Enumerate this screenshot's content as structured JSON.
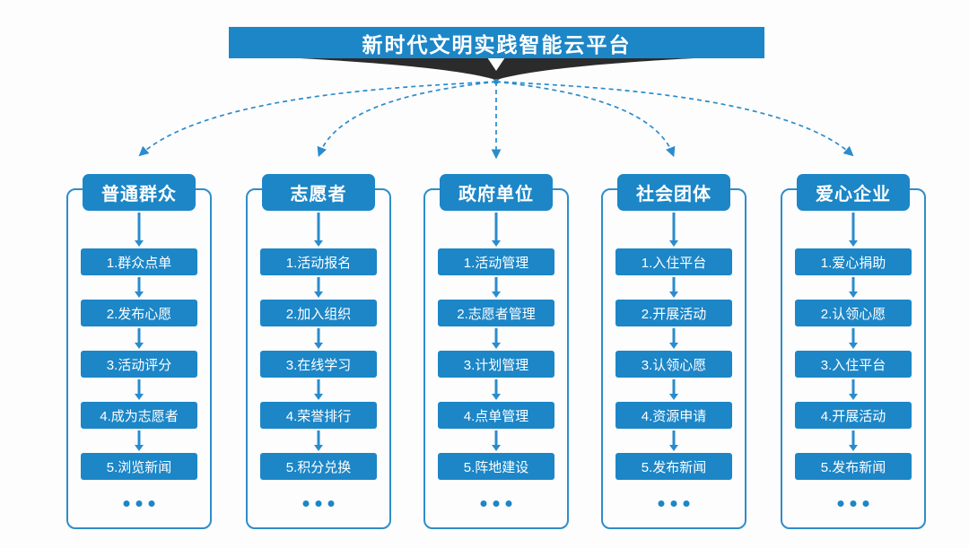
{
  "banner": {
    "title": "新时代文明实践智能云平台"
  },
  "columns": [
    {
      "title": "普通群众",
      "steps": [
        "1.群众点单",
        "2.发布心愿",
        "3.活动评分",
        "4.成为志愿者",
        "5.浏览新闻"
      ]
    },
    {
      "title": "志愿者",
      "steps": [
        "1.活动报名",
        "2.加入组织",
        "3.在线学习",
        "4.荣誉排行",
        "5.积分兑换"
      ]
    },
    {
      "title": "政府单位",
      "steps": [
        "1.活动管理",
        "2.志愿者管理",
        "3.计划管理",
        "4.点单管理",
        "5.阵地建设"
      ]
    },
    {
      "title": "社会团体",
      "steps": [
        "1.入住平台",
        "2.开展活动",
        "3.认领心愿",
        "4.资源申请",
        "5.发布新闻"
      ]
    },
    {
      "title": "爱心企业",
      "steps": [
        "1.爱心捐助",
        "2.认领心愿",
        "3.入住平台",
        "4.开展活动",
        "5.发布新闻"
      ]
    }
  ],
  "colors": {
    "primary": "#1c86c7",
    "arrow": "#2a8ccd",
    "funnel": "#2b2b2b",
    "container_border": "#2f8dc9",
    "text": "#ffffff"
  }
}
